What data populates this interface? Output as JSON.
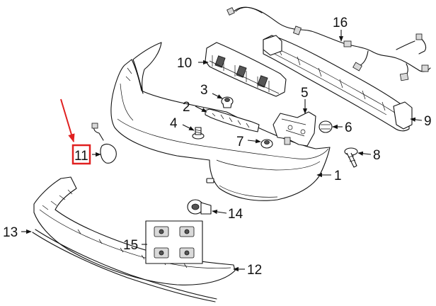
{
  "callouts": [
    {
      "id": "c1",
      "text": "1"
    },
    {
      "id": "c2",
      "text": "2"
    },
    {
      "id": "c3",
      "text": "3"
    },
    {
      "id": "c4",
      "text": "4"
    },
    {
      "id": "c5",
      "text": "5"
    },
    {
      "id": "c6",
      "text": "6"
    },
    {
      "id": "c7",
      "text": "7"
    },
    {
      "id": "c8",
      "text": "8"
    },
    {
      "id": "c9",
      "text": "9"
    },
    {
      "id": "c10",
      "text": "10"
    },
    {
      "id": "c11",
      "text": "11"
    },
    {
      "id": "c12",
      "text": "12"
    },
    {
      "id": "c13",
      "text": "13"
    },
    {
      "id": "c14",
      "text": "14"
    },
    {
      "id": "c15",
      "text": "15"
    },
    {
      "id": "c16",
      "text": "16"
    }
  ],
  "highlight": {
    "callout": "11",
    "color": "#e02020"
  },
  "colors": {
    "ink": "#111111",
    "highlight": "#e02020",
    "background": "#ffffff"
  }
}
